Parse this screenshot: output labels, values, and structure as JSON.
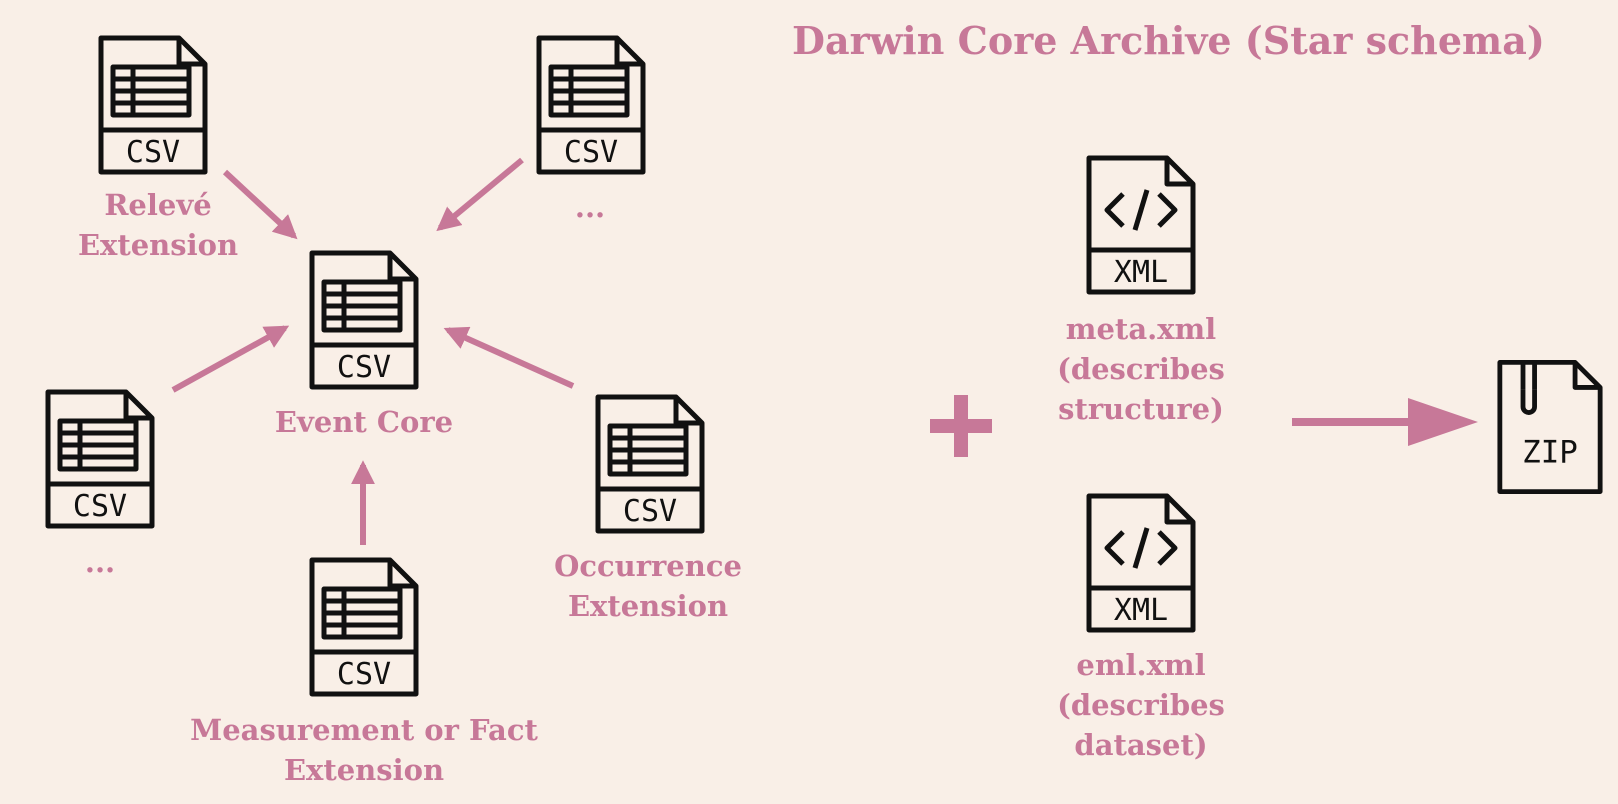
{
  "title": "Darwin Core Archive (Star schema)",
  "colors": {
    "accent": "#c77898",
    "ink": "#111111",
    "background": "#f9efe7"
  },
  "files": {
    "event_core": {
      "type": "CSV",
      "label": "Event Core"
    },
    "releve": {
      "type": "CSV",
      "label": [
        "Relevé",
        "Extension"
      ]
    },
    "top_other": {
      "type": "CSV",
      "label": "..."
    },
    "left_other": {
      "type": "CSV",
      "label": "..."
    },
    "measurement": {
      "type": "CSV",
      "label": [
        "Measurement or Fact",
        "Extension"
      ]
    },
    "occurrence": {
      "type": "CSV",
      "label": [
        "Occurrence",
        "Extension"
      ]
    },
    "meta": {
      "type": "XML",
      "label": [
        "meta.xml",
        "(describes",
        "structure)"
      ]
    },
    "eml": {
      "type": "XML",
      "label": [
        "eml.xml",
        "(describes",
        "dataset)"
      ]
    },
    "zip": {
      "type": "ZIP"
    }
  },
  "icons": [
    "csv-file-icon",
    "xml-file-icon",
    "zip-file-icon",
    "plus-icon",
    "arrow-icon"
  ]
}
